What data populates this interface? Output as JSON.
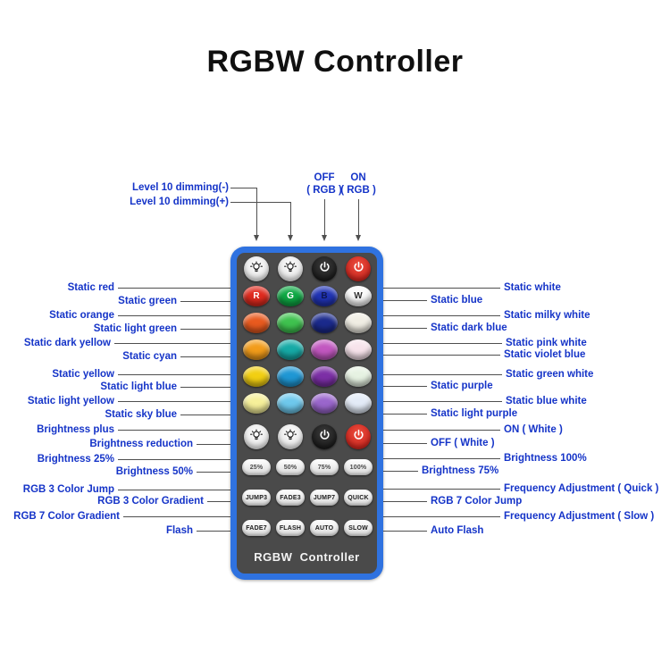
{
  "title": "RGBW Controller",
  "top_callouts": {
    "dim_minus": "Level 10 dimming(-)",
    "dim_plus": "Level 10 dimming(+)",
    "off_line1": "OFF",
    "off_line2": "( RGB )",
    "on_line1": "ON",
    "on_line2": "( RGB )"
  },
  "left_callouts": [
    "Static red",
    "Static green",
    "Static orange",
    "Static light green",
    "Static dark yellow",
    "Static cyan",
    "Static yellow",
    "Static light blue",
    "Static light yellow",
    "Static sky blue",
    "Brightness plus",
    "Brightness reduction",
    "Brightness 25%",
    "Brightness 50%",
    "RGB 3 Color Jump",
    "RGB 3 Color Gradient",
    "RGB 7 Color Gradient",
    "Flash"
  ],
  "right_callouts": [
    "Static white",
    "Static blue",
    "Static milky white",
    "Static dark blue",
    "Static pink white",
    "Static violet blue",
    "Static green white",
    "Static purple",
    "Static blue white",
    "Static light purple",
    "ON ( White )",
    "OFF ( White )",
    "Brightness 100%",
    "Brightness 75%",
    "Frequency Adjustment ( Quick )",
    "RGB 7 Color Jump",
    "Frequency Adjustment ( Slow )",
    "Auto Flash"
  ],
  "remote": {
    "brand": "RGBW  Controller",
    "letter_row": [
      "R",
      "G",
      "B",
      "W"
    ],
    "color_grid": [
      [
        "#e02a1e",
        "#0ea844",
        "#2033b4",
        "#fafafa"
      ],
      [
        "#e85a1f",
        "#3fc24f",
        "#1b2a8c",
        "#f0ede3"
      ],
      [
        "#f29c1a",
        "#16aaa6",
        "#c257c0",
        "#f7e3eb"
      ],
      [
        "#f2cf12",
        "#1f97d4",
        "#7c2fa6",
        "#e6f2e2"
      ],
      [
        "#f6f09a",
        "#6ec8ec",
        "#9a66cc",
        "#e3ebf7"
      ]
    ],
    "percent_buttons": [
      "25%",
      "50%",
      "75%",
      "100%"
    ],
    "mode_row1": [
      "JUMP3",
      "FADE3",
      "JUMP7",
      "QUICK"
    ],
    "mode_row2": [
      "FADE7",
      "FLASH",
      "AUTO",
      "SLOW"
    ]
  },
  "icons": {
    "dim_minus": "bulb-icon",
    "dim_plus": "bulb-icon",
    "rgb_off": "power-icon",
    "rgb_on": "power-icon",
    "brightness_plus": "bulb-icon",
    "brightness_minus": "bulb-icon",
    "white_off": "power-icon",
    "white_on": "power-icon"
  },
  "colors": {
    "label_blue": "#1534c8",
    "remote_frame": "#2f72e0",
    "remote_body": "#4a4a4a",
    "callout_line": "#4f4f4f",
    "power_off_bg": "#1a1a1a",
    "power_on_bg": "#d8231d"
  }
}
